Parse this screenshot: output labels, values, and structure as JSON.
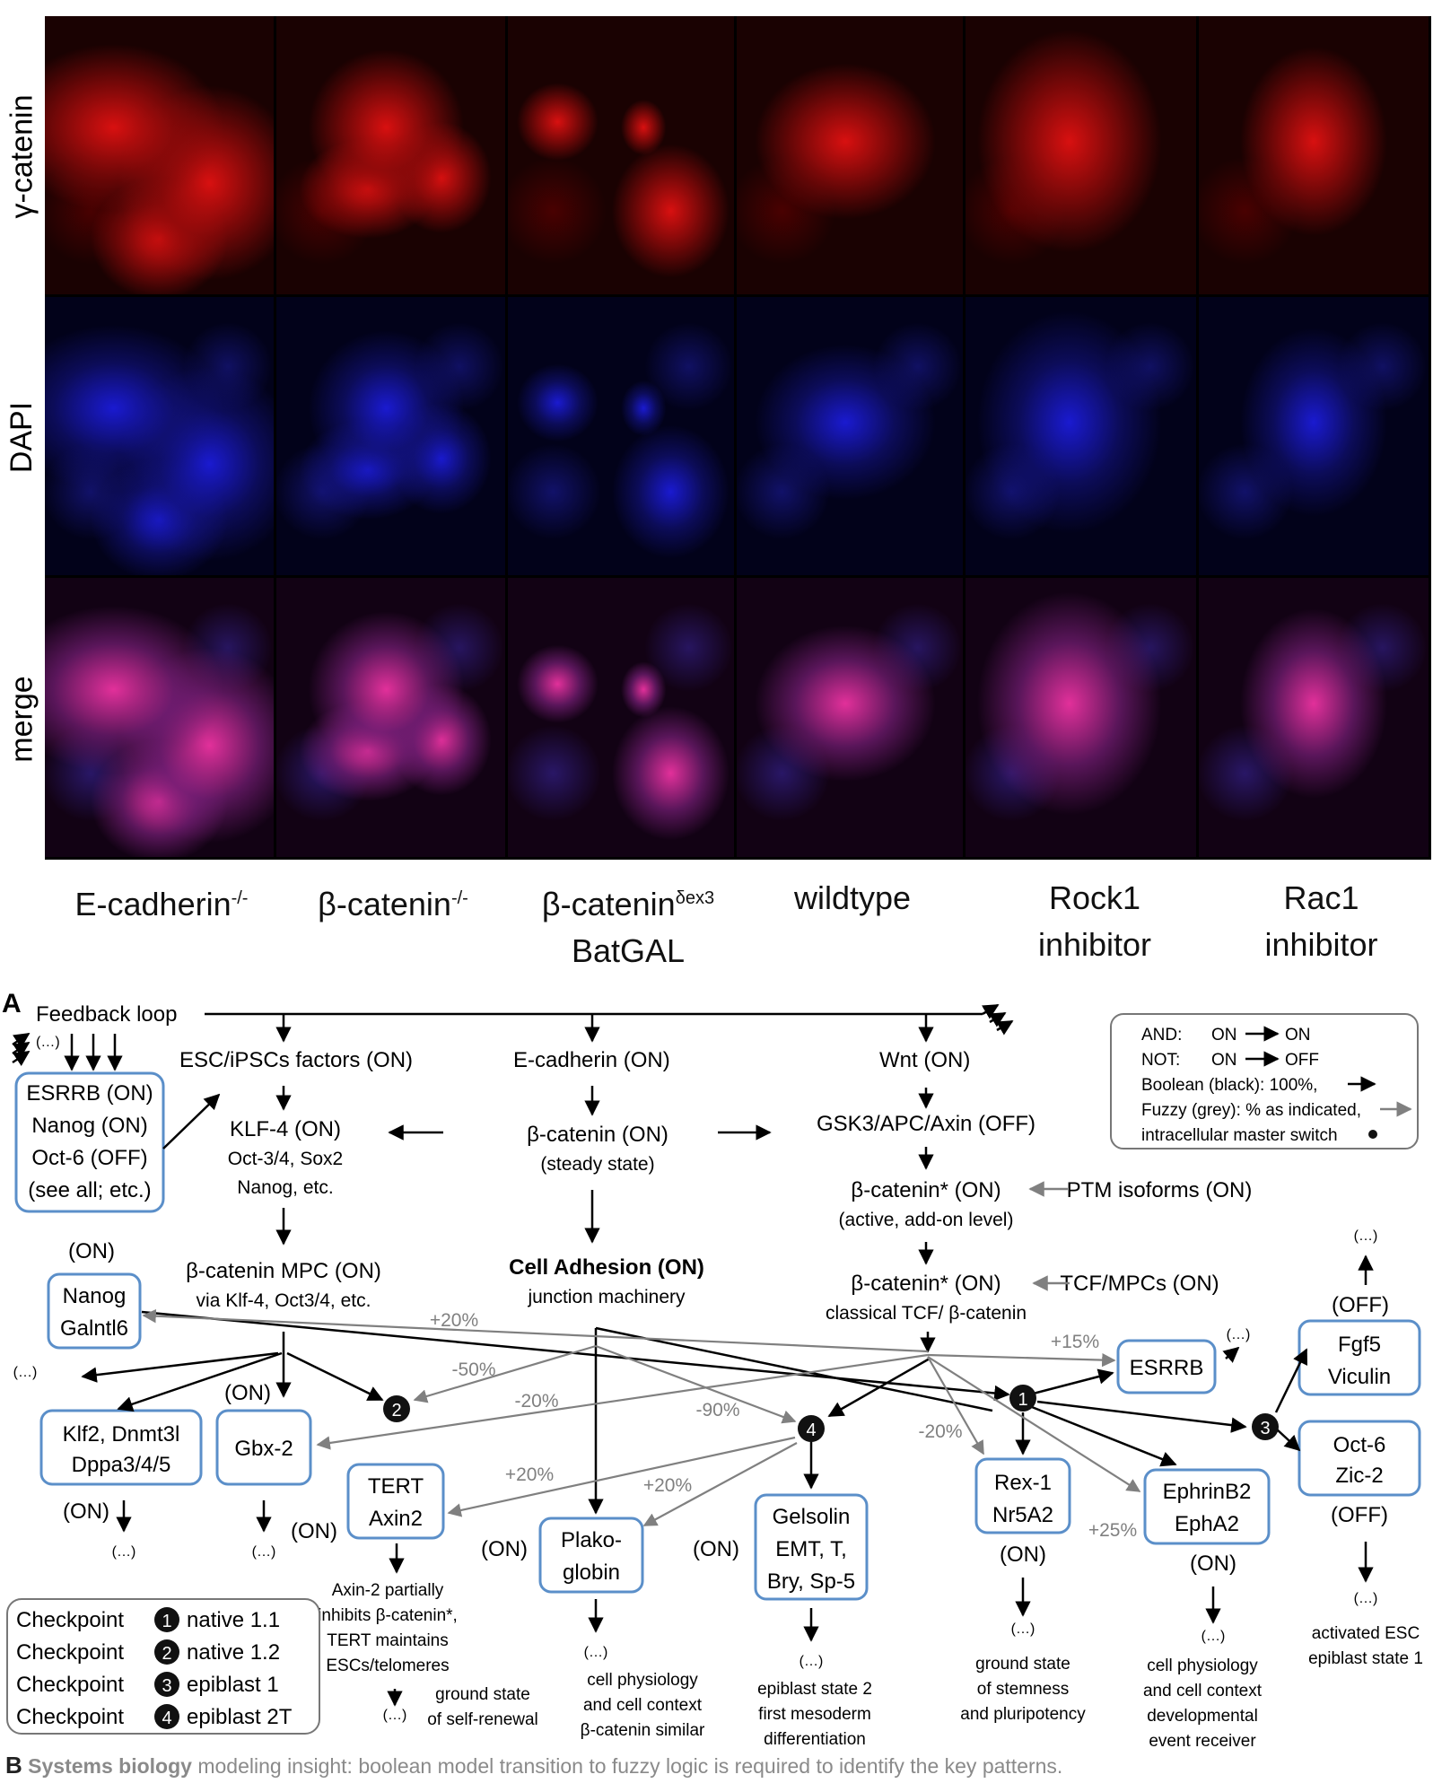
{
  "micrograph": {
    "row_labels": [
      "γ-catenin",
      "DAPI",
      "merge"
    ],
    "columns": [
      {
        "label": "E-cadherin",
        "sup": "-/-",
        "line2": ""
      },
      {
        "label": "β-catenin",
        "sup": "-/-",
        "line2": ""
      },
      {
        "label": "β-catenin",
        "sup": "δex3",
        "line2": "BatGAL"
      },
      {
        "label": "wildtype",
        "sup": "",
        "line2": ""
      },
      {
        "label": "Rock1",
        "sup": "",
        "line2": "inhibitor"
      },
      {
        "label": "Rac1",
        "sup": "",
        "line2": "inhibitor"
      }
    ]
  },
  "diagram": {
    "panel_letter": "A",
    "feedback_loop": "Feedback loop",
    "ellipsis": "(…)",
    "esc_factors": "ESC/iPSCs factors (ON)",
    "ecadherin": "E-cadherin (ON)",
    "wnt": "Wnt (ON)",
    "esrrb_box": [
      "ESRRB (ON)",
      "Nanog (ON)",
      "Oct-6 (OFF)",
      "(see all; etc.)"
    ],
    "klf4": [
      "KLF-4 (ON)",
      "Oct-3/4, Sox2",
      "Nanog, etc."
    ],
    "bcatenin": [
      "β-catenin (ON)",
      "(steady state)"
    ],
    "gsk3": "GSK3/APC/Axin (OFF)",
    "bcat_active": [
      "β-catenin* (ON)",
      "(active, add-on level)"
    ],
    "ptm": "PTM isoforms (ON)",
    "on_label": "(ON)",
    "off_label": "(OFF)",
    "mpc": [
      "β-catenin MPC (ON)",
      "via Klf-4, Oct3/4, etc."
    ],
    "cell_adhesion": [
      "Cell Adhesion (ON)",
      "junction machinery"
    ],
    "bcat_tcf": [
      "β-catenin* (ON)",
      "classical TCF/ β-catenin"
    ],
    "tcf_mpcs": "TCF/MPCs (ON)",
    "nanog_box": [
      "Nanog",
      "Galntl6"
    ],
    "esrrb_small": "ESRRB",
    "fgf5_box": [
      "Fgf5",
      "Viculin"
    ],
    "oct6_box": [
      "Oct-6",
      "Zic-2"
    ],
    "klf2_box": [
      "Klf2, Dnmt3l",
      "Dppa3/4/5"
    ],
    "gbx2": "Gbx-2",
    "tert_box": [
      "TERT",
      "Axin2"
    ],
    "plako_box": [
      "Plako-",
      "globin"
    ],
    "gelsolin_box": [
      "Gelsolin",
      "EMT, T,",
      "Bry, Sp-5"
    ],
    "rex1_box": [
      "Rex-1",
      "Nr5A2"
    ],
    "ephrin_box": [
      "EphrinB2",
      "EphA2"
    ],
    "percentages": [
      "+20%",
      "-50%",
      "-20%",
      "-90%",
      "+15%",
      "-20%",
      "+20%",
      "+20%",
      "+25%"
    ],
    "outcomes": {
      "axin": [
        "Axin-2 partially",
        "inhibits β-catenin*,",
        "TERT maintains",
        "ESCs/telomeres"
      ],
      "ground_renewal": [
        "ground state",
        "of self-renewal"
      ],
      "plako": [
        "cell physiology",
        "and cell context",
        "β-catenin similar"
      ],
      "gelsolin": [
        "epiblast state 2",
        "first mesoderm",
        "differentiation"
      ],
      "rex": [
        "ground state",
        "of stemness",
        "and pluripotency"
      ],
      "ephrin": [
        "cell physiology",
        "and cell context",
        "developmental",
        "event receiver"
      ],
      "fgf5": [
        "activated ESC",
        "epiblast state 1"
      ]
    },
    "legend": {
      "and_text": "AND:",
      "and_on1": "ON",
      "and_on2": "ON",
      "not_text": "NOT:",
      "not_on": "ON",
      "not_off": "OFF",
      "boolean": "Boolean (black): 100%,",
      "fuzzy": "Fuzzy (grey): % as indicated,",
      "master": "intracellular master switch"
    },
    "checkpoints": [
      {
        "label": "Checkpoint",
        "num": "1",
        "name": "native 1.1"
      },
      {
        "label": "Checkpoint",
        "num": "2",
        "name": "native 1.2"
      },
      {
        "label": "Checkpoint",
        "num": "3",
        "name": "epiblast 1"
      },
      {
        "label": "Checkpoint",
        "num": "4",
        "name": "epiblast 2T"
      }
    ],
    "node_numbers": [
      "1",
      "2",
      "3",
      "4"
    ]
  },
  "footer": {
    "letter": "B",
    "highlight": "Systems biology",
    "text": " modeling insight: boolean model transition to fuzzy logic is required to identify the key patterns."
  },
  "colors": {
    "box_border": "#5b8fc9",
    "grey_arrow": "#808080",
    "gamma_stain": "#d81010",
    "dapi_stain": "#1a1ad0"
  }
}
